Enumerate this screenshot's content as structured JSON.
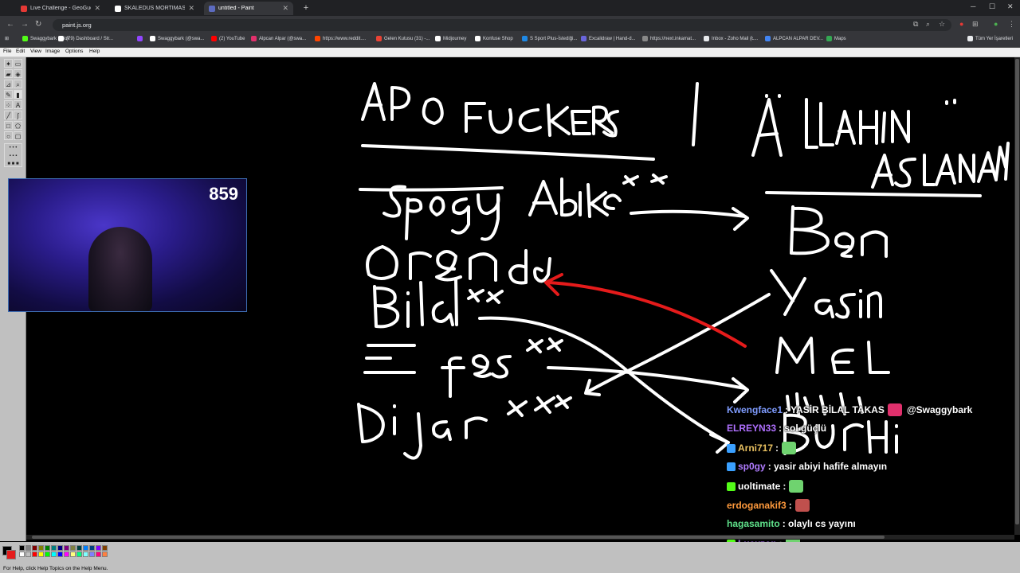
{
  "browser": {
    "tabs": [
      {
        "label": "Live Challenge - GeoGuessr",
        "color": "#e53935"
      },
      {
        "label": "SKALEDUS MORTIMAS Topluluğ",
        "color": "#ffffff"
      },
      {
        "label": "untitled - Paint",
        "color": "#5c6bc0"
      }
    ],
    "url": "paint.js.org",
    "bookmarks": [
      {
        "label": "Swaggybark | Kick",
        "color": "#53fc18"
      },
      {
        "label": "(79) Dashboard / Str...",
        "color": "#ffffff"
      },
      {
        "label": "",
        "color": "#9146ff"
      },
      {
        "label": "Swaggybark (@swa...",
        "color": "#ffffff"
      },
      {
        "label": "(2) YouTube",
        "color": "#ff0000"
      },
      {
        "label": "Alpcan Alpar (@swa...",
        "color": "#e1306c"
      },
      {
        "label": "https://www.reddit....",
        "color": "#ff4500"
      },
      {
        "label": "Gelen Kutusu (31) -...",
        "color": "#ea4335"
      },
      {
        "label": "Midjourney",
        "color": "#ffffff"
      },
      {
        "label": "Konfuse Shop",
        "color": "#ffffff"
      },
      {
        "label": "S Sport Plus-İstediği...",
        "color": "#1e88e5"
      },
      {
        "label": "Excalidraw | Hand-d...",
        "color": "#6965db"
      },
      {
        "label": "https://next.inkamat...",
        "color": "#888888"
      },
      {
        "label": "Inbox - Zoho Mail (Ł...",
        "color": "#e8eaed"
      },
      {
        "label": "ALPCAN ALPAR DEV...",
        "color": "#4285f4"
      },
      {
        "label": "Maps",
        "color": "#34a853"
      }
    ],
    "all_bookmarks": "Tüm Yer İşaretleri"
  },
  "paint": {
    "menus": [
      "File",
      "Edit",
      "View",
      "Image",
      "Options",
      "Help"
    ],
    "status": "For Help, click Help Topics on the Help Menu.",
    "palette": [
      "#000000",
      "#808080",
      "#800000",
      "#808000",
      "#008000",
      "#008080",
      "#000080",
      "#800080",
      "#808040",
      "#004040",
      "#0080ff",
      "#004080",
      "#8000ff",
      "#804000",
      "#ffffff",
      "#c0c0c0",
      "#ff0000",
      "#ffff00",
      "#00ff00",
      "#00ffff",
      "#0000ff",
      "#ff00ff",
      "#ffff80",
      "#00ff80",
      "#80ffff",
      "#8080ff",
      "#ff0080",
      "#ff8040"
    ]
  },
  "webcam": {
    "viewers": "859"
  },
  "chat": [
    {
      "user": "Kwengface1",
      "color": "#7f9cff",
      "text": ": YASİR BİLAL TAKAS",
      "extra": "@Swaggybark",
      "badge": "",
      "emote": "#e0306c"
    },
    {
      "user": "ELREYN33",
      "color": "#b070ff",
      "text": ": sol güçlü",
      "badge": "",
      "emote": ""
    },
    {
      "user": "Arni717",
      "color": "#e8c060",
      "text": ":",
      "badge": "#3aa0ff",
      "emote": "#6fd36f"
    },
    {
      "user": "sp0gy",
      "color": "#b07cff",
      "text": ": yasir abiyi hafife almayın",
      "badge": "#3aa0ff",
      "emote": ""
    },
    {
      "user": "uoltimate",
      "color": "#ffffff",
      "text": ":",
      "badge": "#53fc18",
      "emote": "#6fd36f"
    },
    {
      "user": "erdoganakif3",
      "color": "#ff9a3c",
      "text": ":",
      "badge": "",
      "emote": "#c0504d"
    },
    {
      "user": "hagasamito",
      "color": "#5fe08a",
      "text": ": olaylı cs yayını",
      "badge": "",
      "emote": ""
    },
    {
      "user": "Luaxzon",
      "color": "#b070ff",
      "text": ":",
      "badge": "#53fc18",
      "emote": "#6fd36f"
    }
  ]
}
